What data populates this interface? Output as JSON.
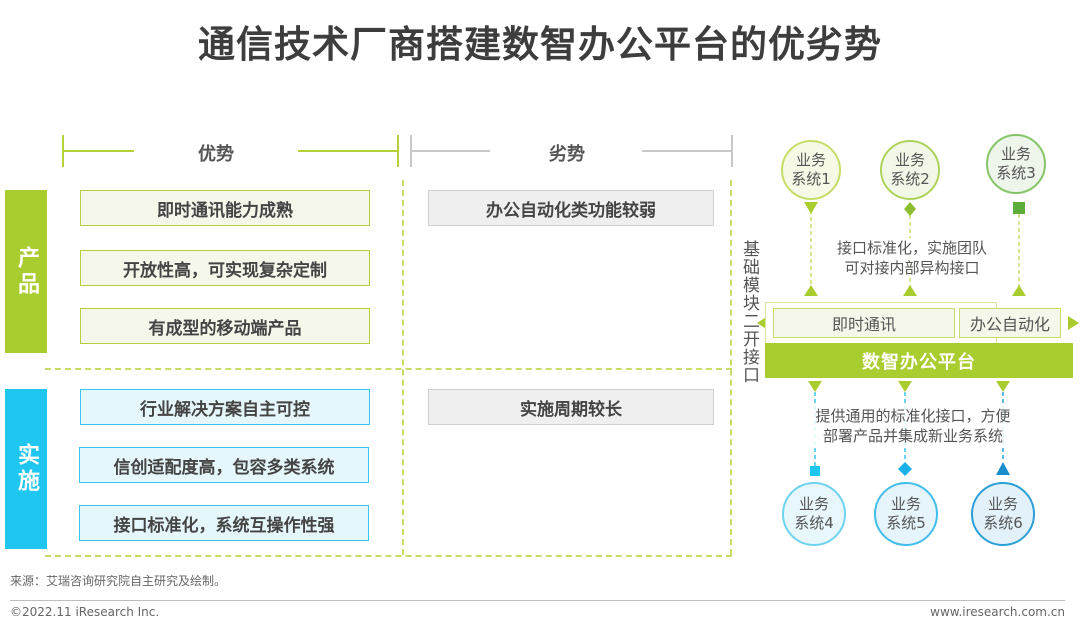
{
  "title": "通信技术厂商搭建数智办公平台的优劣势",
  "columns": {
    "advantages": "优势",
    "disadvantages": "劣势"
  },
  "categories": [
    {
      "label": "产品",
      "color": "#a9cc2f",
      "advantages": [
        "即时通讯能力成熟",
        "开放性高，可实现复杂定制",
        "有成型的移动端产品"
      ],
      "disadvantages": [
        "办公自动化类功能较弱"
      ]
    },
    {
      "label": "实施",
      "color": "#1fc6ef",
      "advantages": [
        "行业解决方案自主可控",
        "信创适配度高，包容多类系统",
        "接口标准化，系统互操作性强"
      ],
      "disadvantages": [
        "实施周期较长"
      ]
    }
  ],
  "diagram": {
    "side_label": "基础模块二开接口",
    "top_systems": [
      "业务\n系统1",
      "业务\n系统2",
      "业务\n系统3"
    ],
    "top_note_line1": "接口标准化，实施团队",
    "top_note_line2": "可对接内部异构接口",
    "modules": [
      "即时通讯",
      "办公自动化"
    ],
    "platform": "数智办公平台",
    "bottom_note_line1": "提供通用的标准化接口，方便",
    "bottom_note_line2": "部署产品并集成新业务系统",
    "bottom_systems": [
      "业务\n系统4",
      "业务\n系统5",
      "业务\n系统6"
    ],
    "colors": {
      "green_main": "#a9cc2f",
      "green_dark": "#5cad3c",
      "blue_light": "#1fc6ef",
      "blue_dark": "#1b8ccc"
    }
  },
  "footer": {
    "source": "来源：艾瑞咨询研究院自主研究及绘制。",
    "copyright": "©2022.11 iResearch Inc.",
    "url": "www.iresearch.com.cn"
  }
}
